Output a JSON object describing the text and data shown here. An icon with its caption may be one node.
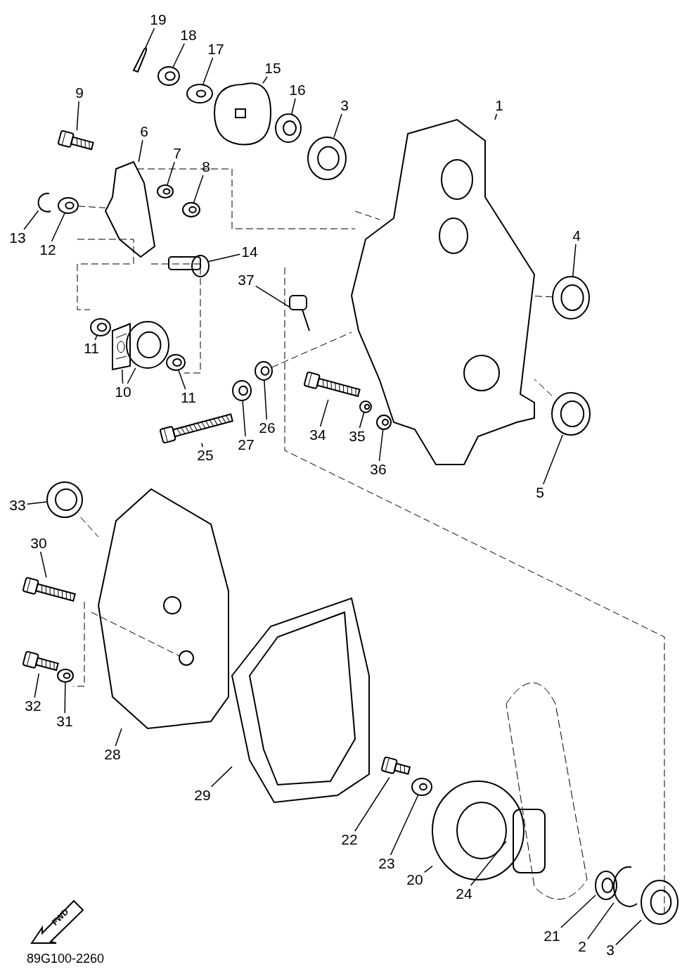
{
  "diagram": {
    "nodes": [
      {
        "text": [
          "19"
        ]
      },
      {
        "text": [
          "18"
        ]
      },
      {
        "text": [
          "17"
        ]
      },
      {
        "text": [
          "15"
        ]
      },
      {
        "text": [
          "16"
        ]
      },
      {
        "text": [
          "3"
        ]
      },
      {
        "text": [
          "9"
        ]
      },
      {
        "text": [
          "6"
        ]
      },
      {
        "text": [
          "7"
        ]
      },
      {
        "text": [
          "8"
        ]
      },
      {
        "text": [
          "1"
        ]
      },
      {
        "text": [
          "13"
        ]
      },
      {
        "text": [
          "12"
        ]
      },
      {
        "text": [
          "14"
        ]
      },
      {
        "text": [
          "4"
        ]
      },
      {
        "text": [
          "37"
        ]
      },
      {
        "text": [
          "11"
        ]
      },
      {
        "text": [
          "10"
        ]
      },
      {
        "text": [
          "11"
        ]
      },
      {
        "text": [
          "25"
        ]
      },
      {
        "text": [
          "27"
        ]
      },
      {
        "text": [
          "26"
        ]
      },
      {
        "text": [
          "34"
        ]
      },
      {
        "text": [
          "35"
        ]
      },
      {
        "text": [
          "36"
        ]
      },
      {
        "text": [
          "5"
        ]
      },
      {
        "text": [
          "33"
        ]
      },
      {
        "text": [
          "30"
        ]
      },
      {
        "text": [
          "32"
        ]
      },
      {
        "text": [
          "31"
        ]
      },
      {
        "text": [
          "28"
        ]
      },
      {
        "text": [
          "29"
        ]
      },
      {
        "text": [
          "22"
        ]
      },
      {
        "text": [
          "23"
        ]
      },
      {
        "text": [
          "20"
        ]
      },
      {
        "text": [
          "24"
        ]
      },
      {
        "text": [
          "21"
        ]
      },
      {
        "text": [
          "2"
        ]
      },
      {
        "text": [
          "3"
        ]
      },
      {
        "text": [],
        "shape": "picture"
      },
      {
        "text": [],
        "shape": "picture"
      },
      {
        "text": [],
        "shape": "picture"
      },
      {
        "text": [],
        "shape": "picture"
      },
      {
        "text": [],
        "shape": "picture"
      },
      {
        "text": [],
        "shape": "picture"
      },
      {
        "text": [],
        "shape": "picture"
      },
      {
        "text": [],
        "shape": "picture"
      },
      {
        "text": [],
        "shape": "picture"
      },
      {
        "text": [],
        "shape": "picture"
      },
      {
        "text": [],
        "shape": "picture"
      },
      {
        "text": [],
        "shape": "picture"
      },
      {
        "text": [],
        "shape": "picture"
      },
      {
        "text": [],
        "shape": "picture"
      },
      {
        "text": [],
        "shape": "picture"
      },
      {
        "text": [],
        "shape": "picture"
      },
      {
        "text": [],
        "shape": "picture"
      },
      {
        "text": [],
        "shape": "picture"
      },
      {
        "text": [],
        "shape": "picture"
      },
      {
        "text": [],
        "shape": "picture"
      },
      {
        "text": [],
        "shape": "picture"
      },
      {
        "text": [],
        "shape": "picture"
      },
      {
        "text": [],
        "shape": "picture"
      },
      {
        "text": [],
        "shape": "picture"
      },
      {
        "text": [],
        "shape": "picture"
      },
      {
        "text": [],
        "shape": "picture"
      },
      {
        "text": [],
        "shape": "picture"
      },
      {
        "text": [],
        "shape": "picture"
      },
      {
        "text": [],
        "shape": "picture"
      },
      {
        "text": [],
        "shape": "picture"
      },
      {
        "text": [],
        "shape": "picture"
      },
      {
        "text": [],
        "shape": "picture"
      },
      {
        "text": [],
        "shape": "picture"
      },
      {
        "text": [],
        "shape": "picture"
      },
      {
        "text": [],
        "shape": "picture"
      },
      {
        "text": [],
        "shape": "picture"
      },
      {
        "text": [],
        "shape": "picture"
      },
      {
        "text": [],
        "shape": "picture"
      },
      {
        "text": [],
        "shape": "picture"
      },
      {
        "text": [],
        "shape": "picture"
      }
    ],
    "edges": [
      {
        "from": 0,
        "to": 39,
        "arrow": "none"
      },
      {
        "from": 1,
        "to": 40,
        "arrow": "none"
      },
      {
        "from": 2,
        "to": 41,
        "arrow": "none"
      },
      {
        "from": 3,
        "to": 42,
        "arrow": "none"
      },
      {
        "from": 4,
        "to": 43,
        "arrow": "none"
      },
      {
        "from": 5,
        "to": 44,
        "arrow": "none"
      },
      {
        "from": 6,
        "to": 45,
        "arrow": "none"
      },
      {
        "from": 7,
        "to": 46,
        "arrow": "none"
      },
      {
        "from": 8,
        "to": 47,
        "arrow": "none"
      },
      {
        "from": 9,
        "to": 48,
        "arrow": "none"
      },
      {
        "from": 10,
        "to": 49,
        "arrow": "none"
      },
      {
        "from": 11,
        "to": 50,
        "arrow": "none"
      },
      {
        "from": 12,
        "to": 51,
        "arrow": "none"
      },
      {
        "from": 13,
        "to": 52,
        "arrow": "none"
      },
      {
        "from": 14,
        "to": 53,
        "arrow": "none"
      },
      {
        "from": 15,
        "to": 54,
        "arrow": "none"
      },
      {
        "from": 16,
        "to": 55,
        "arrow": "none"
      },
      {
        "from": 17,
        "to": 56,
        "arrow": "none"
      },
      {
        "from": 17,
        "to": 57,
        "arrow": "none"
      },
      {
        "from": 18,
        "to": 58,
        "arrow": "none"
      },
      {
        "from": 19,
        "to": 59,
        "arrow": "none"
      },
      {
        "from": 20,
        "to": 60,
        "arrow": "none"
      },
      {
        "from": 21,
        "to": 61,
        "arrow": "none"
      },
      {
        "from": 22,
        "to": 62,
        "arrow": "none"
      },
      {
        "from": 23,
        "to": 63,
        "arrow": "none"
      },
      {
        "from": 24,
        "to": 64,
        "arrow": "none"
      },
      {
        "from": 25,
        "to": 65,
        "arrow": "none"
      },
      {
        "from": 26,
        "to": 66,
        "arrow": "none"
      },
      {
        "from": 27,
        "to": 67,
        "arrow": "none"
      },
      {
        "from": 28,
        "to": 68,
        "arrow": "none"
      },
      {
        "from": 29,
        "to": 69,
        "arrow": "none"
      },
      {
        "from": 30,
        "to": 70,
        "arrow": "none"
      },
      {
        "from": 31,
        "to": 71,
        "arrow": "none"
      },
      {
        "from": 32,
        "to": 72,
        "arrow": "none"
      },
      {
        "from": 33,
        "to": 73,
        "arrow": "none"
      },
      {
        "from": 34,
        "to": 74,
        "arrow": "none"
      },
      {
        "from": 35,
        "to": 75,
        "arrow": "none"
      },
      {
        "from": 36,
        "to": 76,
        "arrow": "none"
      },
      {
        "from": 37,
        "to": 77,
        "arrow": "none"
      },
      {
        "from": 38,
        "to": 78,
        "arrow": "none"
      },
      {
        "from": 51,
        "to": 46,
        "arrow": "none",
        "style": "dashed"
      },
      {
        "from": 53,
        "to": 49,
        "arrow": "none",
        "style": "dashed"
      },
      {
        "from": 61,
        "to": 49,
        "arrow": "none",
        "style": "dashed"
      },
      {
        "from": 65,
        "to": 49,
        "arrow": "none",
        "style": "dashed"
      },
      {
        "from": 66,
        "to": 70,
        "arrow": "none",
        "style": "dashed"
      }
    ],
    "labels": [
      "FWD",
      "89G100-2260"
    ]
  }
}
